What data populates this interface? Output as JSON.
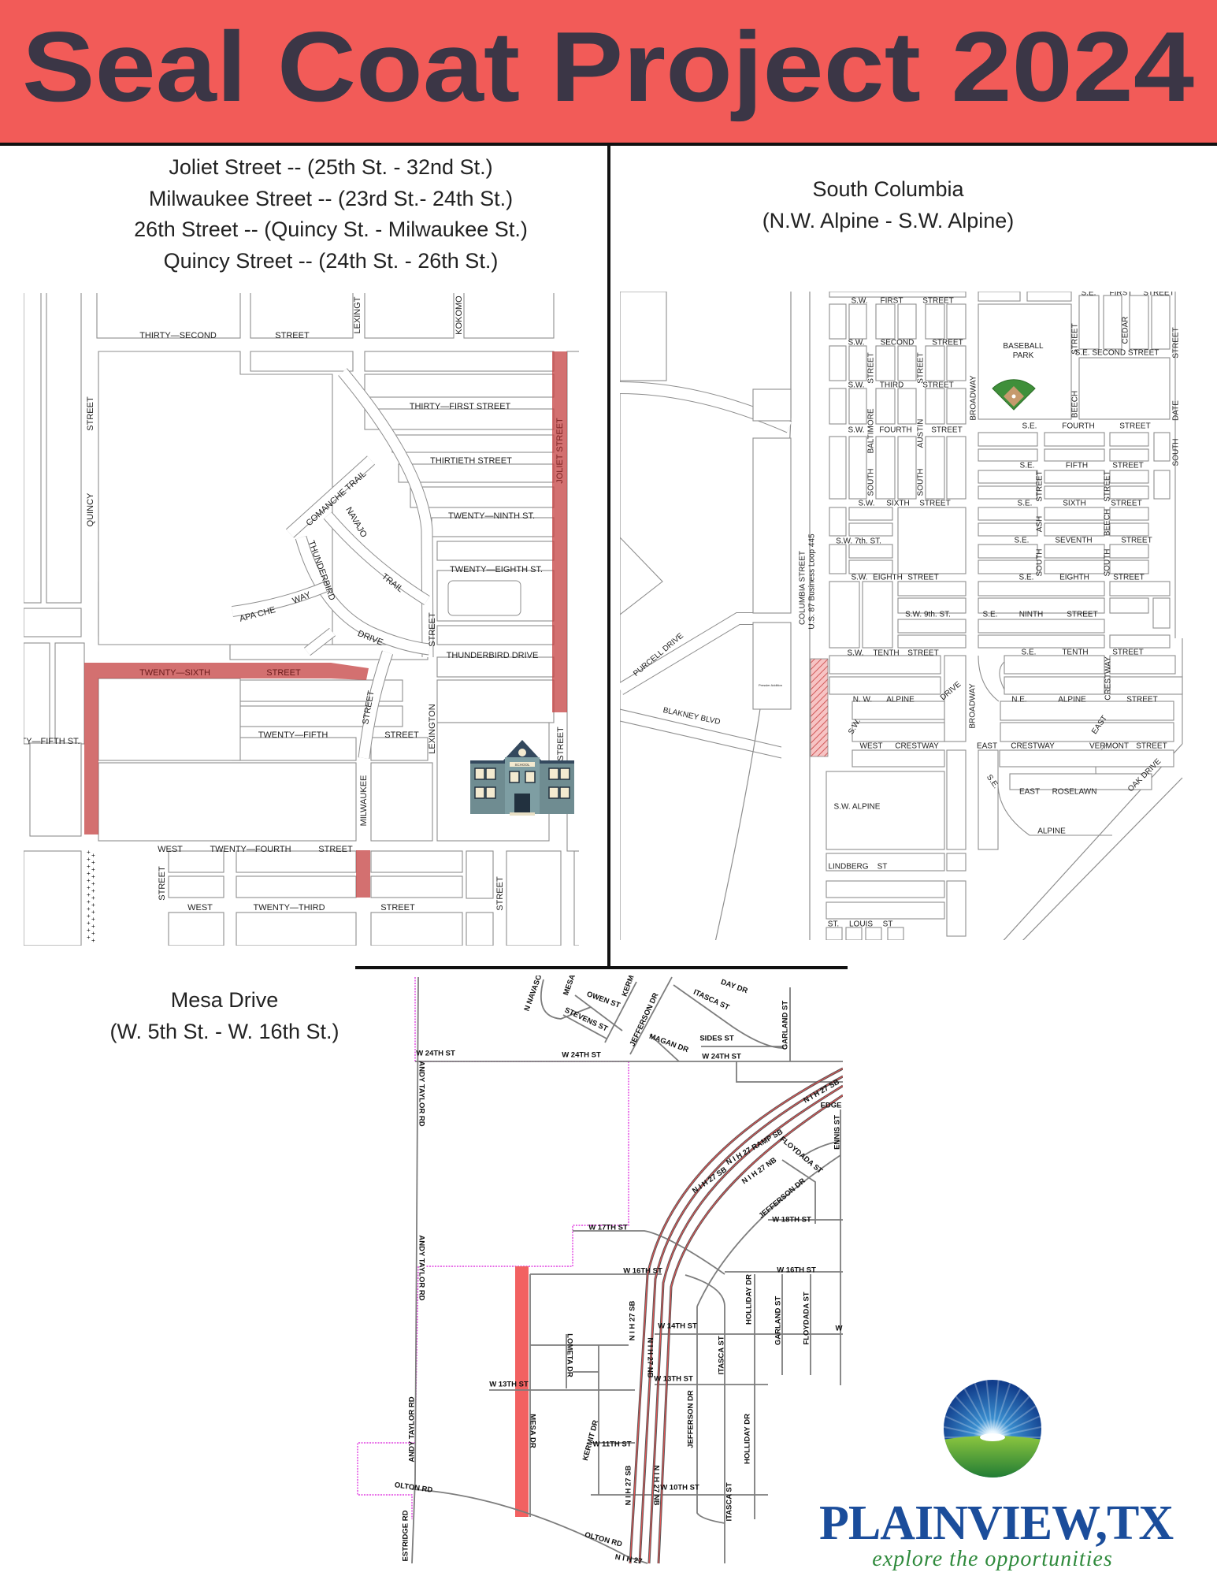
{
  "header": {
    "title": "Seal Coat Project 2024",
    "background": "#f25b58",
    "text_color": "#3b3646"
  },
  "highlight_color": "#d05a5a",
  "sections": {
    "joliet": {
      "lines": [
        "Joliet Street -- (25th St. - 32nd St.)",
        "Milwaukee Street -- (23rd St.- 24th St.)",
        "26th Street -- (Quincy St. - Milwaukee St.)",
        "Quincy Street -- (24th St. - 26th St.)"
      ],
      "school_sign": "SCHOOL",
      "map_labels": [
        "THIRTY—SECOND",
        "STREET",
        "LEXINGT",
        "KOKOMO",
        "STREET",
        "QUINCY",
        "THIRTY—FIRST  STREET",
        "THIRTIETH  STREET",
        "TWENTY—NINTH  ST.",
        "TWENTY—EIGHTH  ST.",
        "THUNDERBIRD  DRIVE",
        "JOLIET  STREET",
        "COMANCHE  TRAIL",
        "NAVAJO",
        "THUNDERBIRD",
        "APA CHE",
        "WAY",
        "TRAIL",
        "DRIVE",
        "STREET",
        "TWENTY—SIXTH",
        "STREET",
        "STREET",
        "TWENTY—FIFTH",
        "STREET",
        "LEXINGTON",
        "TY—FIFTH  ST.",
        "MILWAUKEE",
        "STREET",
        "WEST",
        "TWENTY—FOURTH",
        "STREET",
        "STREET",
        "WEST",
        "TWENTY—THIRD",
        "STREET",
        "STREET"
      ]
    },
    "columbia": {
      "lines": [
        "South Columbia",
        "(N.W. Alpine - S.W. Alpine)"
      ],
      "park_label": [
        "BASEBALL",
        "PARK"
      ],
      "map_labels": [
        "S.W.",
        "FIRST",
        "STREET",
        "S.W.",
        "SECOND",
        "STREET",
        "S.W.",
        "THIRD",
        "STREET",
        "S.W.",
        "FOURTH",
        "STREET",
        "S.W.",
        "SIXTH",
        "STREET",
        "S.W.  7th.  ST.",
        "S.W.",
        "EIGHTH",
        "STREET",
        "S.W.  9th.  ST.",
        "S.W.",
        "TENTH",
        "STREET",
        "N.  W.",
        "ALPINE",
        "DRIVE",
        "S.W.",
        "WEST",
        "CRESTWAY",
        "S.W.  ALPINE",
        "LINDBERG",
        "ST",
        "ST.",
        "LOUIS",
        "ST",
        "STREET",
        "BALTIMORE",
        "SOUTH",
        "STREET",
        "AUSTIN",
        "SOUTH",
        "BROADWAY",
        "BROADWAY",
        "COLUMBIA  STREET",
        "U.S.  87  Business  Loop  445",
        "PURCELL  DRIVE",
        "BLAKNEY  BLVD",
        "Pressler Addition",
        "S.E.",
        "FIRST",
        "STREET",
        "S.E.  SECOND  STREET",
        "STREET",
        "CEDAR",
        "STREET",
        "BEECH",
        "DATE",
        "SOUTH",
        "S.E.",
        "FOURTH",
        "STREET",
        "S.E.",
        "FIFTH",
        "STREET",
        "STREET",
        "STREET",
        "S.E.",
        "SIXTH",
        "STREET",
        "ASH",
        "BEECH",
        "S.E.",
        "SEVENTH",
        "STREET",
        "SOUTH",
        "SOUTH",
        "S.E.",
        "EIGHTH",
        "STREET",
        "S.E.",
        "NINTH",
        "STREET",
        "S.E.",
        "TENTH",
        "STREET",
        "CRESTWAY",
        "N.E.",
        "ALPINE",
        "STREET",
        "EAST",
        "EAST",
        "CRESTWAY",
        "VERMONT",
        "STREET",
        "S.E.",
        "EAST",
        "ROSELAWN",
        "ALPINE",
        "OAK  DRIVE"
      ]
    },
    "mesa": {
      "lines": [
        "Mesa Drive",
        "(W. 5th St. - W. 16th St.)"
      ],
      "map_labels": [
        "W 24TH ST",
        "W 24TH ST",
        "W 24TH ST",
        "SIDES ST",
        "GARLAND ST",
        "ITASCA ST",
        "DAY DR",
        "N NAVASO",
        "MESA",
        "OWEN ST",
        "KERMI",
        "STEVENS ST",
        "JEFFERSON DR",
        "MAGAN DR",
        "ANDY TAYLOR RD",
        "ANDY TAYLOR RD",
        "ANDY TAYLOR RD",
        "ESTRIDGE RD",
        "OLTON RD",
        "OLTON RD",
        "W 17TH ST",
        "W 16TH ST",
        "W 16TH ST",
        "W 13TH ST",
        "LOMETA DR",
        "MESA DR",
        "KERMIT DR",
        "W 11TH ST",
        "N I H 27 SB",
        "N I H 27 NB",
        "W 14TH ST",
        "W 13TH ST",
        "JEFFERSON DR",
        "ITASCA ST",
        "HOLLIDAY DR",
        "GARLAND ST",
        "FLOYDADA ST",
        "HOLLIDAY DR",
        "N I H 27 SB",
        "N I H 27 NB",
        "W 10TH ST",
        "ITASCA ST",
        "W 18TH ST",
        "JEFFERSON DR",
        "FLOYDADA ST",
        "N I H 27 RAMP SB",
        "N I H 27 SB",
        "N I H 27 NB",
        "N I H 27 SB",
        "EDGE",
        "ENNIS ST",
        "W",
        "N I H 27"
      ]
    }
  },
  "logo": {
    "name": "PLAINVIEW,TX",
    "tagline": "explore the opportunities",
    "name_color": "#1b4d9b",
    "tagline_color": "#2f8a3c"
  }
}
